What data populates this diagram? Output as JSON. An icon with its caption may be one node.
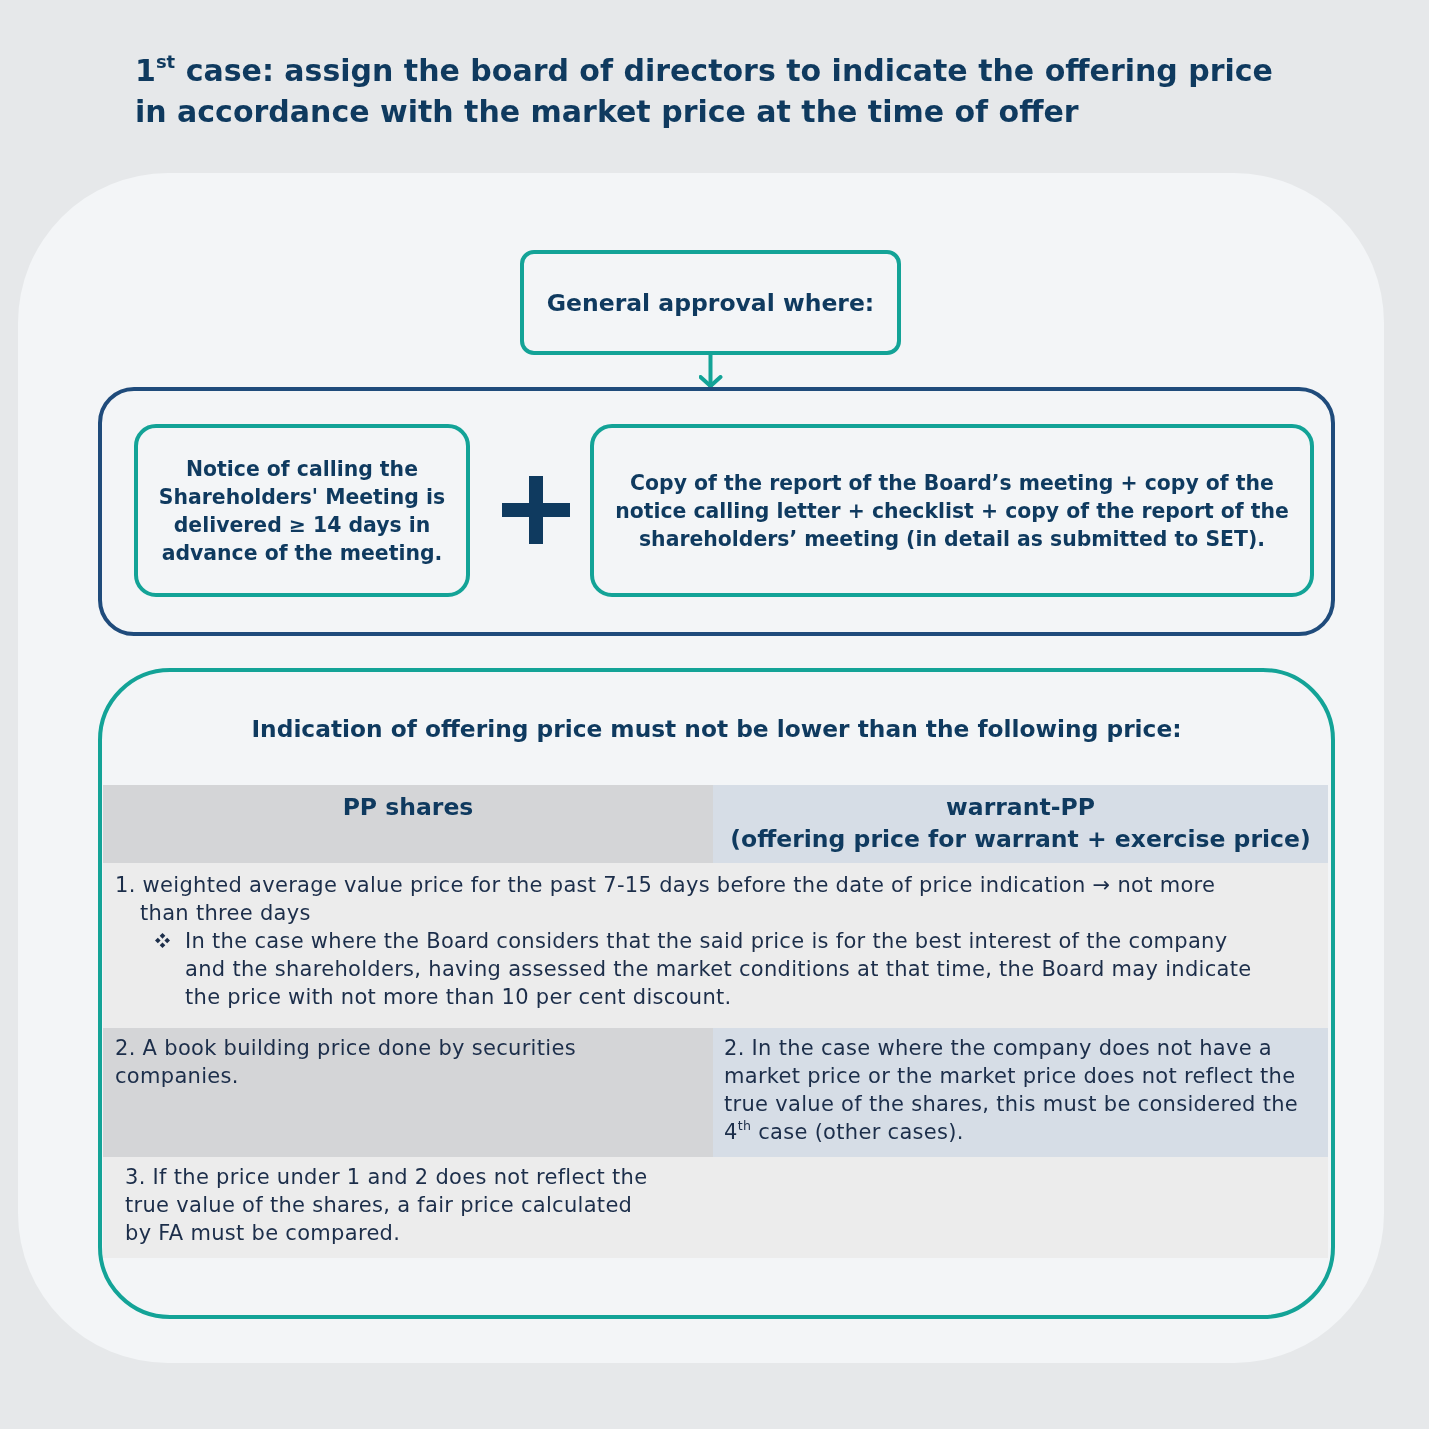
{
  "diagram": {
    "title": "1$^{st}$ case: assign the board of directors to indicate the offering price in accordance with the market price at the time of offer",
    "nodes": [
      {
        "text": [
          "General approval where:"
        ]
      },
      {
        "text": [],
        "shape": "box"
      },
      {
        "text": [
          "Notice of calling the Shareholders' Meeting is delivered ≥ 14 days in advance of the meeting."
        ],
        "in": 1
      },
      {
        "text": [
          "Copy of the report of the Board’s meeting + copy of the notice calling letter + checklist + copy of the report of the shareholders’ meeting (in detail as submitted to SET)."
        ],
        "in": 1
      },
      {
        "text": [
          "Indication of offering price must not be lower than the following price:"
        ]
      }
    ],
    "edges": [
      {
        "from": 0,
        "to": 1,
        "arrow": "to"
      }
    ],
    "labels": [
      "PP shares",
      "warrant-PP",
      "(offering price for warrant + exercise price)",
      "1. weighted average value price for the past 7-15 days before the date of price indication → not more than three days",
      "In the case where the Board considers that the said price is for the best interest of the company and the shareholders, having assessed the market conditions at that time, the Board may indicate the price with not more than 10 per cent discount.",
      "2. A book building price done by securities companies.",
      "2. In the case where the company does not have a market price or the market price does not reflect the true value of the shares, this must be considered the 4$^{th}$ case (other cases).",
      "3. If the price under 1 and 2 does not reflect the true value of the shares, a fair price calculated by FA must be compared."
    ]
  }
}
